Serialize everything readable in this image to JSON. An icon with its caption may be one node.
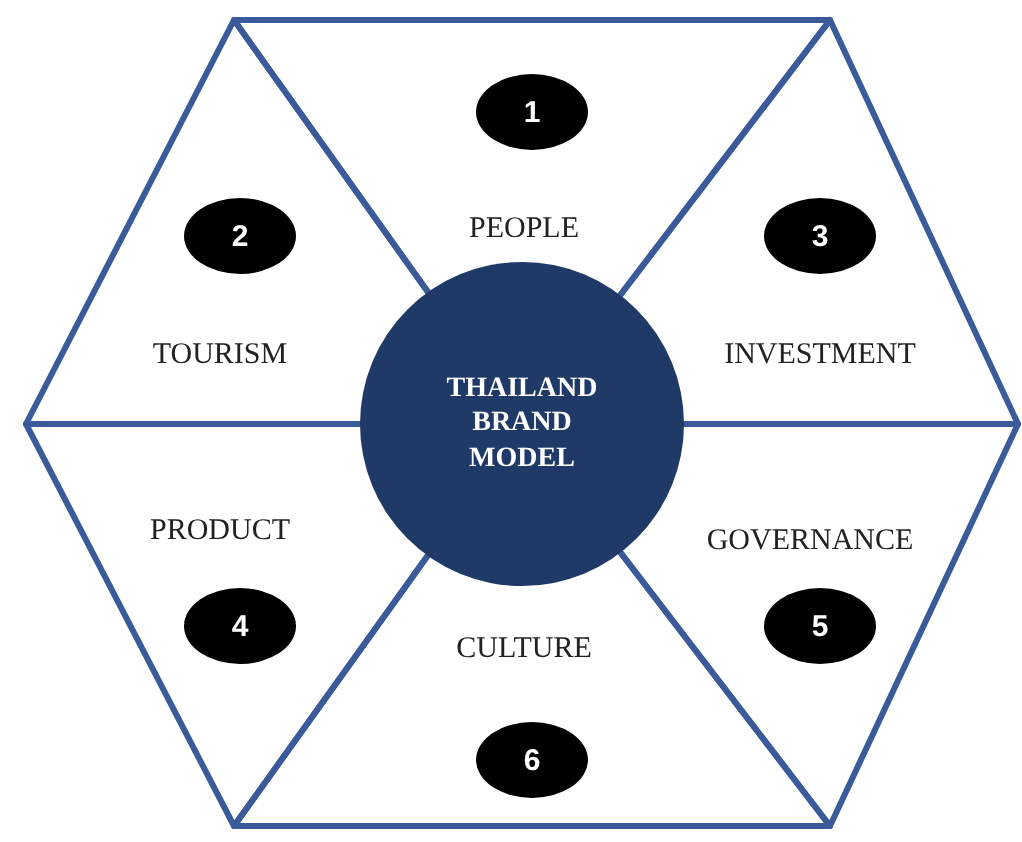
{
  "diagram": {
    "nodes": [
      {
        "text": [
          "PEOPLE"
        ]
      },
      {
        "text": [
          "1"
        ],
        "in": 0
      },
      {
        "text": [
          "TOURISM"
        ]
      },
      {
        "text": [
          "2"
        ],
        "in": 2
      },
      {
        "text": [
          "INVESTMENT"
        ]
      },
      {
        "text": [
          "3"
        ],
        "in": 4
      },
      {
        "text": [
          "PRODUCT"
        ]
      },
      {
        "text": [
          "4"
        ],
        "in": 6
      },
      {
        "text": [
          "GOVERNANCE"
        ]
      },
      {
        "text": [
          "5"
        ],
        "in": 8
      },
      {
        "text": [
          "CULTURE"
        ]
      },
      {
        "text": [
          "6"
        ],
        "in": 10
      },
      {
        "text": [
          "THAILAND BRAND MODEL"
        ]
      }
    ],
    "edges": []
  }
}
